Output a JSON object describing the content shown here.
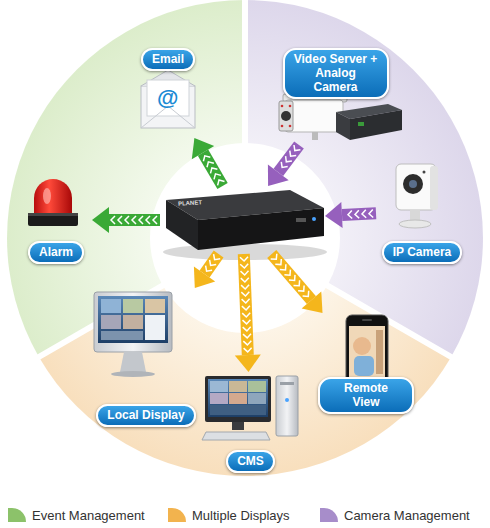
{
  "diagram": {
    "nodes": [
      {
        "text": [
          "Email"
        ]
      },
      {
        "text": [
          "Video Server + Analog Camera"
        ]
      },
      {
        "text": [
          "Alarm"
        ]
      },
      {
        "text": [
          "PLANET"
        ]
      },
      {
        "text": [
          "IP Camera"
        ]
      },
      {
        "text": [
          "Local Display"
        ]
      },
      {
        "text": [
          "Remote View"
        ]
      },
      {
        "text": [
          "CMS"
        ]
      }
    ],
    "edges": [
      {
        "from": 3,
        "to": 0,
        "arrow": "to"
      },
      {
        "from": 3,
        "to": 2,
        "arrow": "to"
      },
      {
        "from": 1,
        "to": 3,
        "arrow": "to"
      },
      {
        "from": 4,
        "to": 3,
        "arrow": "to"
      },
      {
        "from": 3,
        "to": 5,
        "arrow": "to"
      },
      {
        "from": 3,
        "to": 7,
        "arrow": "to"
      },
      {
        "from": 3,
        "to": 6,
        "arrow": "to"
      }
    ],
    "labels": [
      "@"
    ],
    "legend": [
      {
        "text": "Event Management",
        "color": "#8cc26a"
      },
      {
        "text": "Multiple Displays",
        "color": "#f2b34e"
      },
      {
        "text": "Camera Management",
        "color": "#a78dca"
      }
    ]
  }
}
